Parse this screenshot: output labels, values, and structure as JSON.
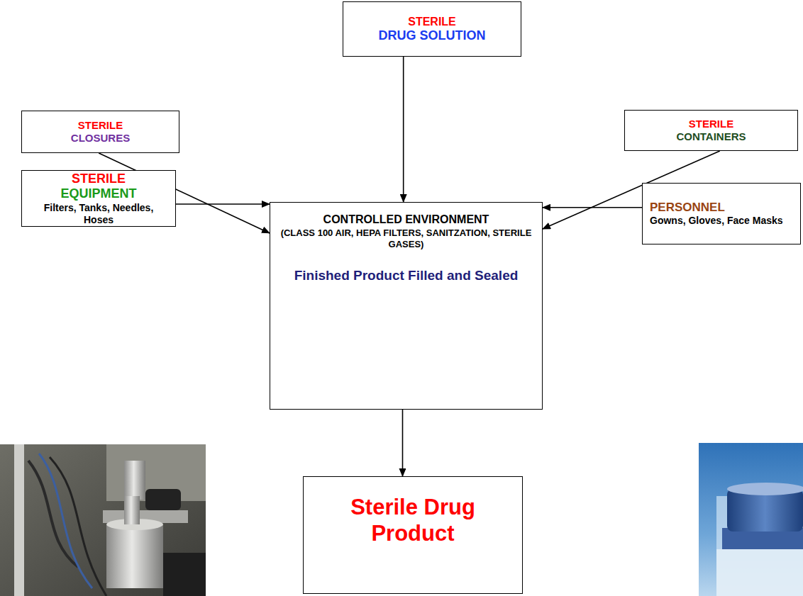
{
  "diagram": {
    "nodes": [
      {
        "text": [
          "STERILE",
          "DRUG SOLUTION"
        ]
      },
      {
        "text": [
          "STERILE",
          "CLOSURES"
        ]
      },
      {
        "text": [
          "STERILE",
          "CONTAINERS"
        ]
      },
      {
        "text": [
          "STERILE",
          "EQUIPMENT",
          "Filters, Tanks, Needles, Hoses"
        ]
      },
      {
        "text": [
          "CONTROLLED ENVIRONMENT",
          "(CLASS 100 AIR, HEPA FILTERS, SANITZATION, STERILE GASES)",
          "Finished Product Filled and Sealed"
        ]
      },
      {
        "text": [
          "PERSONNEL",
          "Gowns, Gloves, Face Masks"
        ]
      },
      {
        "text": [
          "Sterile Drug Product"
        ]
      }
    ],
    "edges": [
      {
        "from": 0,
        "to": 4,
        "arrow": "to"
      },
      {
        "from": 1,
        "to": 4,
        "arrow": "to"
      },
      {
        "from": 2,
        "to": 4,
        "arrow": "to"
      },
      {
        "from": 3,
        "to": 4,
        "arrow": "to"
      },
      {
        "from": 5,
        "to": 4,
        "arrow": "to"
      },
      {
        "from": 4,
        "to": 6,
        "arrow": "to"
      }
    ]
  }
}
